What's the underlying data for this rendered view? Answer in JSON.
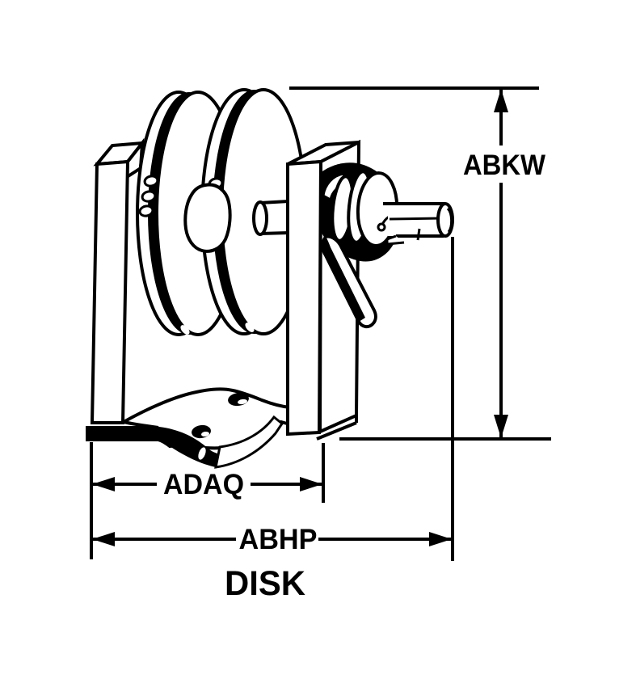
{
  "drawing": {
    "caption": "DISK",
    "line_color": "#000000",
    "background_color": "#ffffff",
    "dimension_labels": {
      "height": "ABKW",
      "base_width": "ADAQ",
      "overall_width": "ABHP"
    }
  }
}
